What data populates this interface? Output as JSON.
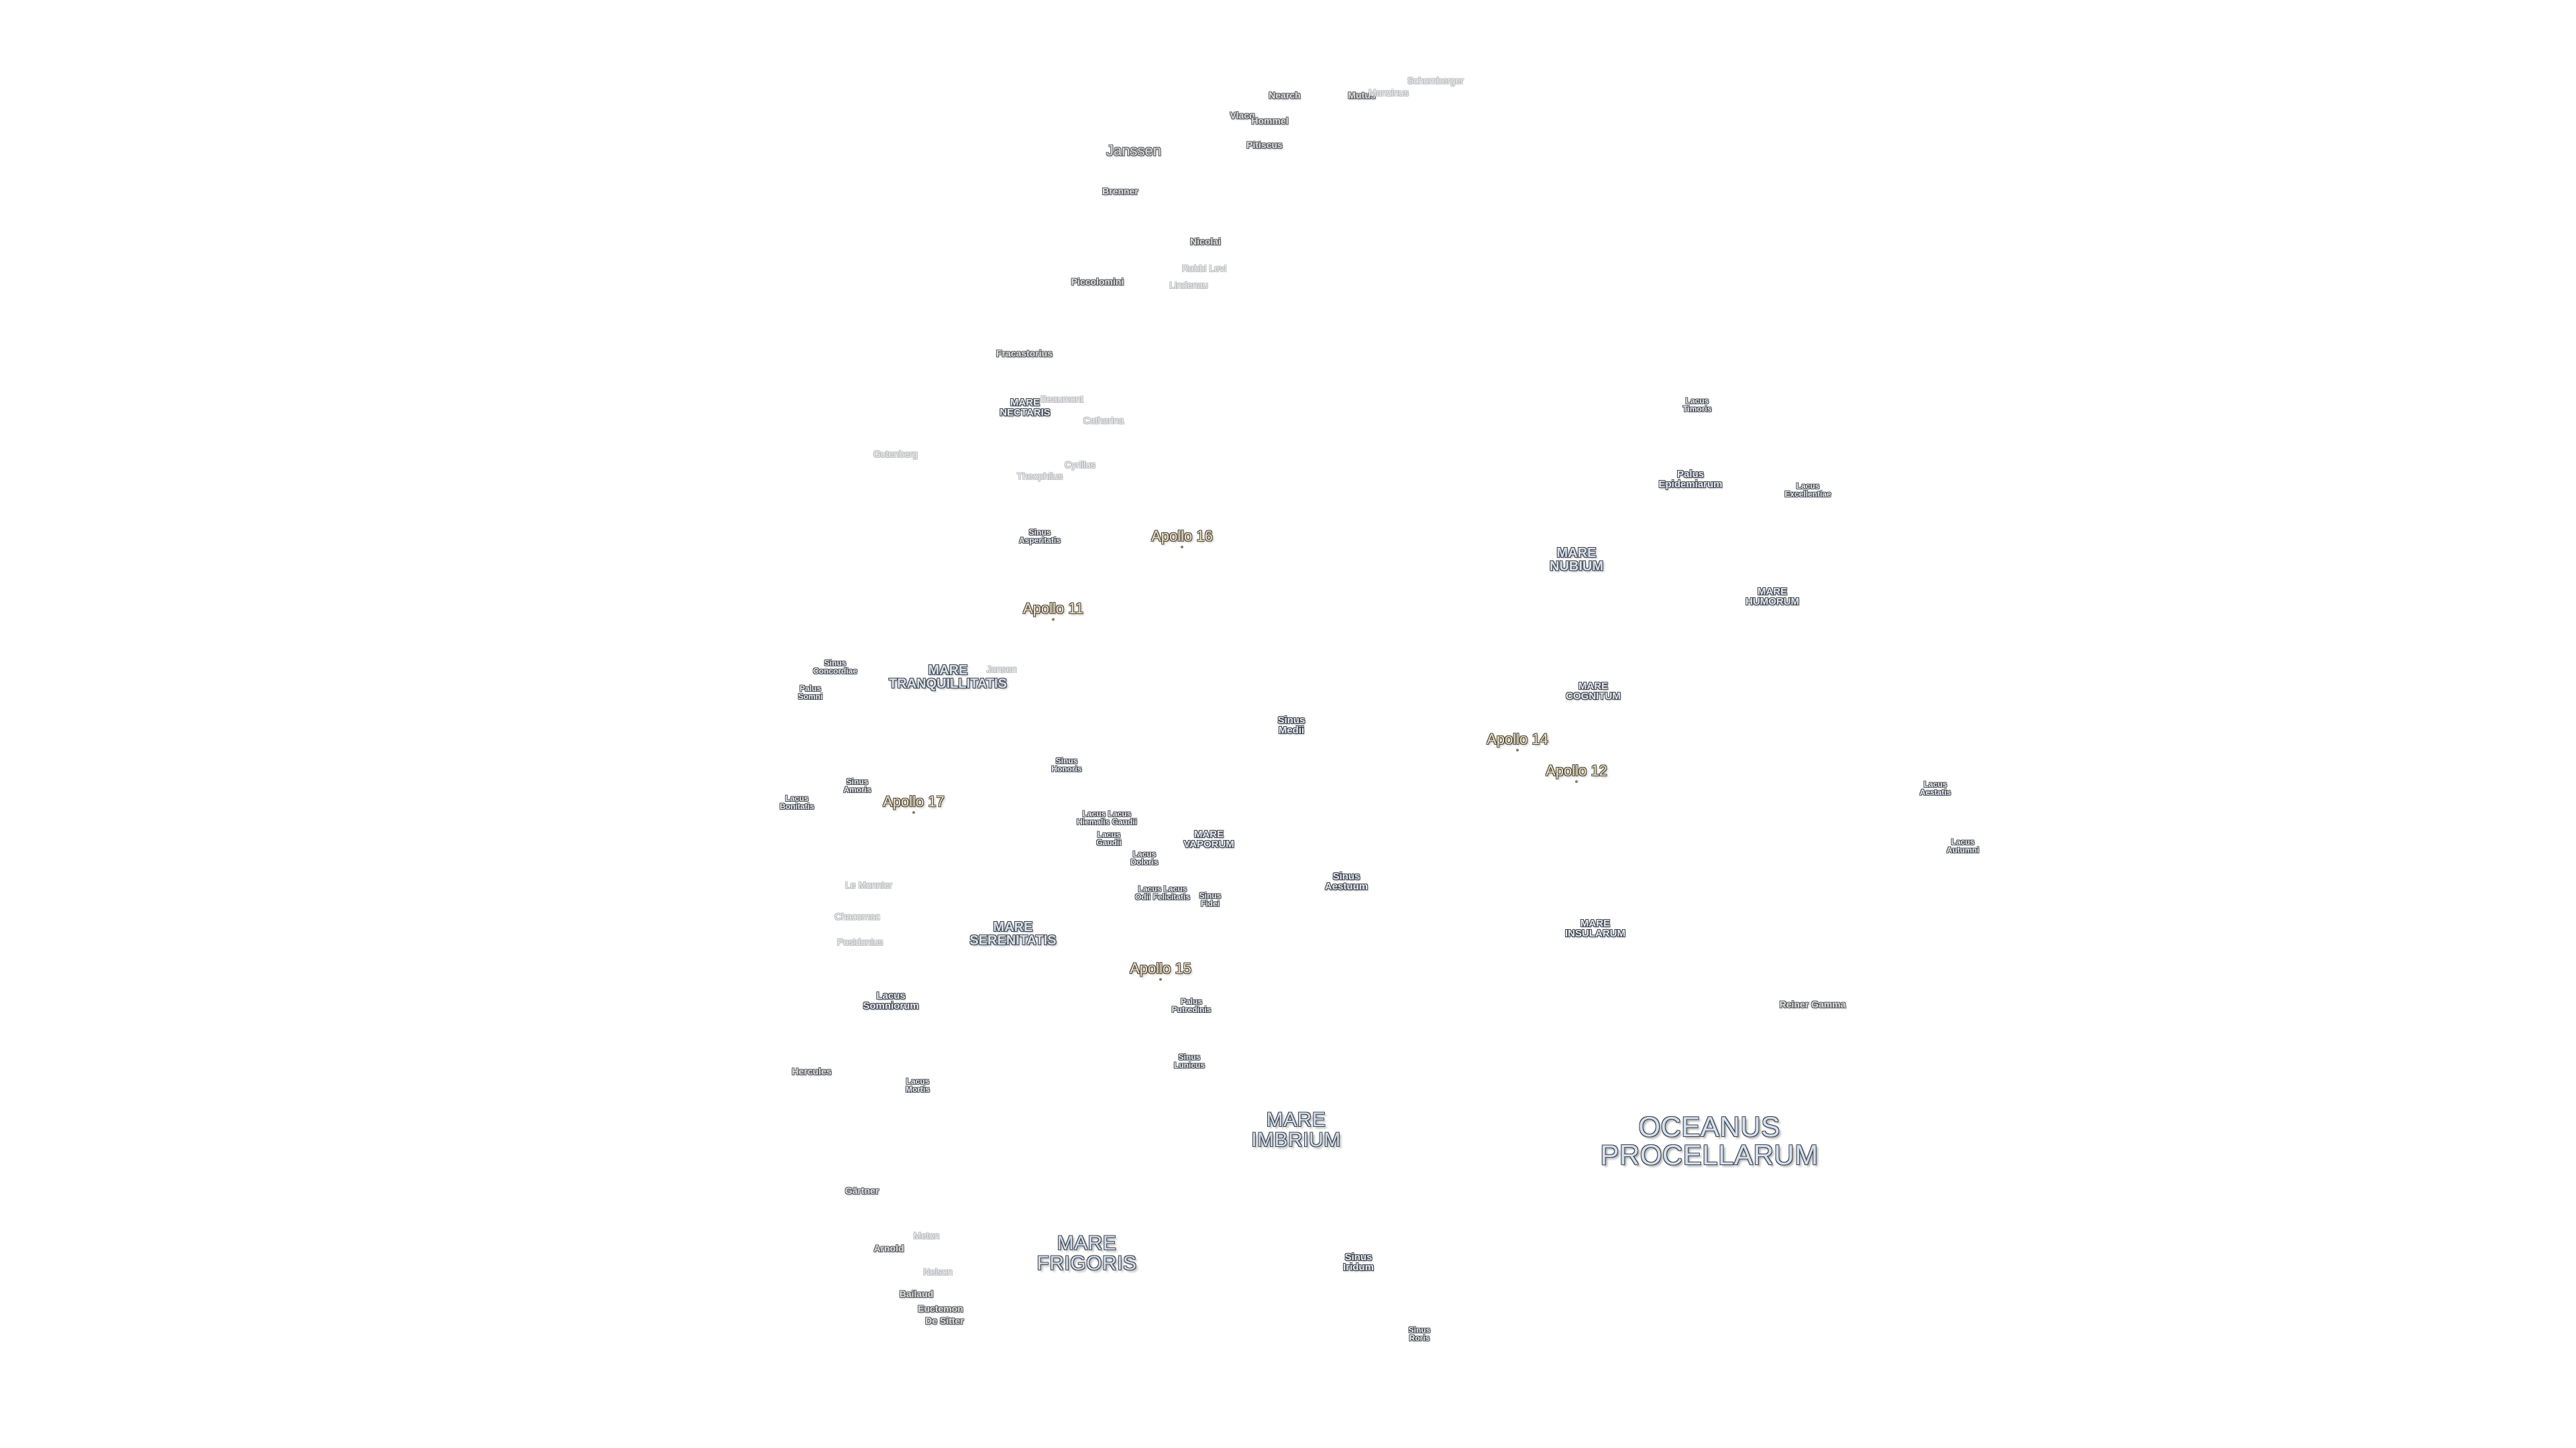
{
  "map": {
    "background": "#ffffff",
    "colors": {
      "mare_text": "#d8e3f0",
      "crater_text": "#e2e2e2",
      "apollo_text": "#f3e6c8",
      "outline": "#3b3f46"
    },
    "labels": [
      {
        "text": "Schomberger",
        "kind": "faint"
      },
      {
        "text": "Nearch",
        "kind": "crater"
      },
      {
        "text": "Mutus",
        "kind": "crater"
      },
      {
        "text": "Manzinus",
        "kind": "faint"
      },
      {
        "text": "Vlacq",
        "kind": "crater"
      },
      {
        "text": "Hommel",
        "kind": "crater"
      },
      {
        "text": "Pitiscus",
        "kind": "crater"
      },
      {
        "text": "Janssen",
        "kind": "crater big"
      },
      {
        "text": "Brenner",
        "kind": "crater"
      },
      {
        "text": "Nicolai",
        "kind": "crater"
      },
      {
        "text": "Rabbi Levi",
        "kind": "faint"
      },
      {
        "text": "Piccolomini",
        "kind": "crater"
      },
      {
        "text": "Lindenau",
        "kind": "faint"
      },
      {
        "text": "Fracastorius",
        "kind": "crater"
      },
      {
        "text": "MARE\nNECTARIS",
        "kind": "small"
      },
      {
        "text": "Beaumont",
        "kind": "faint"
      },
      {
        "text": "Catharina",
        "kind": "faint"
      },
      {
        "text": "Gutenberg",
        "kind": "faint"
      },
      {
        "text": "Cyrillus",
        "kind": "faint"
      },
      {
        "text": "Theophilus",
        "kind": "faint"
      },
      {
        "text": "Sinus\nAsperitatis",
        "kind": "tiny"
      },
      {
        "text": "Apollo 16",
        "kind": "apollo"
      },
      {
        "text": "Apollo 11",
        "kind": "apollo"
      },
      {
        "text": "Sinus\nConcordiae",
        "kind": "tiny"
      },
      {
        "text": "MARE\nTRANQUILLITATIS",
        "kind": "mare"
      },
      {
        "text": "Palus\nSomni",
        "kind": "tiny"
      },
      {
        "text": "Jansen",
        "kind": "faint"
      },
      {
        "text": "Sinus\nMedii",
        "kind": "small"
      },
      {
        "text": "Sinus\nHonoris",
        "kind": "tiny"
      },
      {
        "text": "Lacus\nBonitatis",
        "kind": "tiny"
      },
      {
        "text": "Sinus\nAmoris",
        "kind": "tiny"
      },
      {
        "text": "Apollo 17",
        "kind": "apollo"
      },
      {
        "text": "Lacus Lacus\nHiemalis Gaudii",
        "kind": "tiny"
      },
      {
        "text": "Lacus\nGaudii",
        "kind": "tiny"
      },
      {
        "text": "Lacus\nDoloris",
        "kind": "tiny"
      },
      {
        "text": "MARE\nVAPORUM",
        "kind": "small"
      },
      {
        "text": "Lacus Lacus\nOdii Felicitatis",
        "kind": "tiny"
      },
      {
        "text": "Sinus\nFidei",
        "kind": "tiny"
      },
      {
        "text": "Sinus\nAestuum",
        "kind": "small"
      },
      {
        "text": "Le Monnier",
        "kind": "faint"
      },
      {
        "text": "Chacornac",
        "kind": "faint"
      },
      {
        "text": "MARE\nSERENITATIS",
        "kind": "mare"
      },
      {
        "text": "Posidonius",
        "kind": "faint"
      },
      {
        "text": "Apollo 15",
        "kind": "apollo"
      },
      {
        "text": "Lacus\nSomniorum",
        "kind": "small"
      },
      {
        "text": "Palus\nPutredinis",
        "kind": "tiny"
      },
      {
        "text": "Sinus\nLunicus",
        "kind": "tiny"
      },
      {
        "text": "Hercules",
        "kind": "crater"
      },
      {
        "text": "Lacus\nMortis",
        "kind": "tiny"
      },
      {
        "text": "MARE\nIMBRIUM",
        "kind": "major"
      },
      {
        "text": "Gärtner",
        "kind": "crater"
      },
      {
        "text": "Arnold",
        "kind": "crater"
      },
      {
        "text": "Meton",
        "kind": "faint"
      },
      {
        "text": "MARE\nFRIGORIS",
        "kind": "major"
      },
      {
        "text": "Nelson",
        "kind": "faint"
      },
      {
        "text": "Bailaud",
        "kind": "crater"
      },
      {
        "text": "Euctemon",
        "kind": "crater"
      },
      {
        "text": "De Sitter",
        "kind": "crater"
      },
      {
        "text": "Sinus\nIridum",
        "kind": "small"
      },
      {
        "text": "Sinus\nRoris",
        "kind": "tiny"
      },
      {
        "text": "Lacus\nTimoris",
        "kind": "tiny"
      },
      {
        "text": "Palus\nEpidemiarum",
        "kind": "small"
      },
      {
        "text": "Lacus\nExcellentiae",
        "kind": "tiny"
      },
      {
        "text": "MARE\nNUBIUM",
        "kind": "mare"
      },
      {
        "text": "MARE\nHUMORUM",
        "kind": "small"
      },
      {
        "text": "MARE\nCOGNITUM",
        "kind": "small"
      },
      {
        "text": "Apollo 14",
        "kind": "apollo"
      },
      {
        "text": "Apollo 12",
        "kind": "apollo"
      },
      {
        "text": "Lacus\nAestatis",
        "kind": "tiny"
      },
      {
        "text": "Lacus\nAutumni",
        "kind": "tiny"
      },
      {
        "text": "MARE\nINSULARUM",
        "kind": "small"
      },
      {
        "text": "Reiner Gamma",
        "kind": "crater"
      },
      {
        "text": "OCEANUS\nPROCELLARUM",
        "kind": "major huge"
      }
    ]
  }
}
